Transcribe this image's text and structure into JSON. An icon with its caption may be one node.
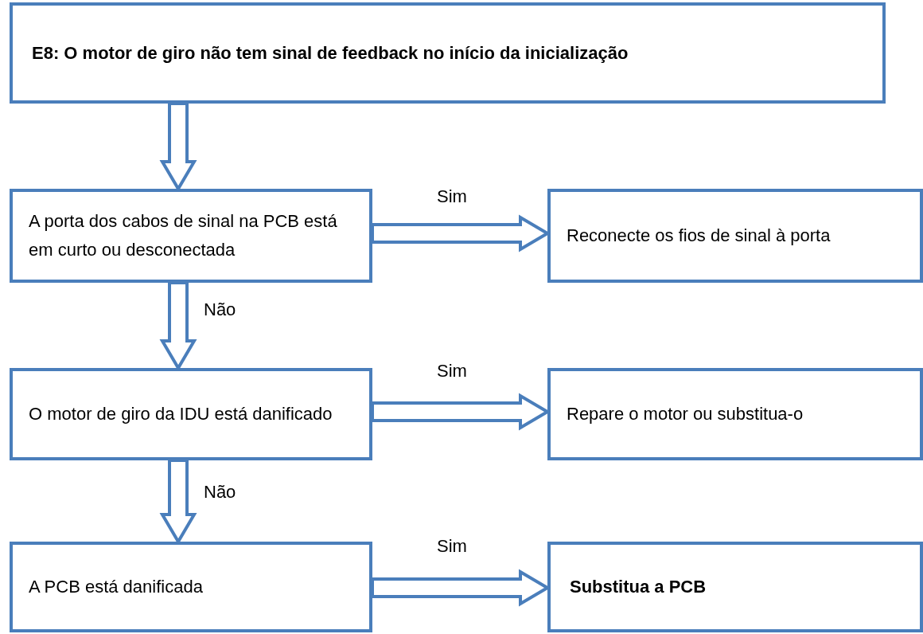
{
  "diagram": {
    "nodes": [
      {
        "text": [
          "E8: O motor de giro não tem sinal de feedback no início da inicialização"
        ]
      },
      {
        "text": [
          "A porta dos cabos de sinal na PCB está em curto ou desconectada"
        ]
      },
      {
        "text": [
          "Reconecte os fios de sinal à porta"
        ]
      },
      {
        "text": [
          "O motor de giro da IDU está danificado"
        ]
      },
      {
        "text": [
          "Repare o motor ou substitua-o"
        ]
      },
      {
        "text": [
          "A PCB está danificada"
        ]
      },
      {
        "text": [
          "Substitua a PCB"
        ]
      }
    ],
    "edges": [
      {
        "from": 0,
        "to": 1,
        "arrow": "to"
      },
      {
        "from": 1,
        "to": 2,
        "arrow": "to",
        "label": "Sim"
      },
      {
        "from": 1,
        "to": 3,
        "arrow": "to",
        "label": "Não"
      },
      {
        "from": 3,
        "to": 4,
        "arrow": "to",
        "label": "Sim"
      },
      {
        "from": 3,
        "to": 5,
        "arrow": "to",
        "label": "Não"
      },
      {
        "from": 5,
        "to": 6,
        "arrow": "to",
        "label": "Sim"
      }
    ]
  }
}
